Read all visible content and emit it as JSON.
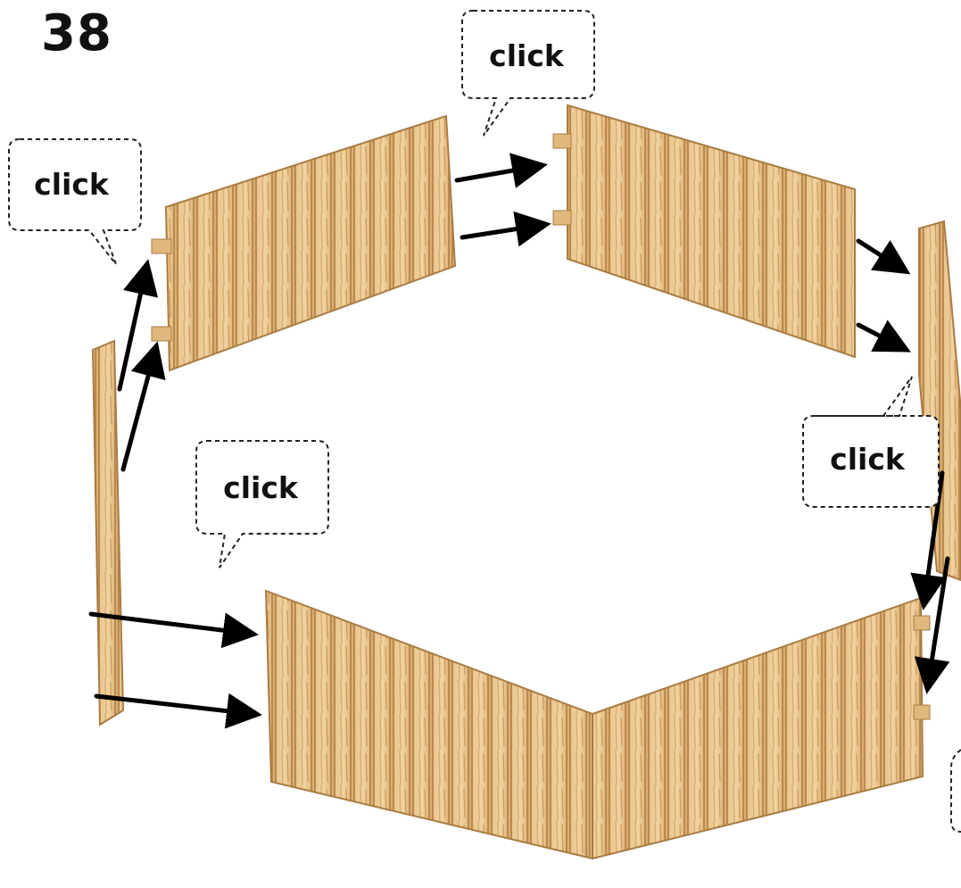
{
  "step": {
    "number": "38"
  },
  "callouts": [
    {
      "text": "click"
    },
    {
      "text": "click"
    },
    {
      "text": "click"
    },
    {
      "text": "click"
    }
  ],
  "colors": {
    "wood_light": "#efcf9a",
    "wood_mid": "#dcb275",
    "wood_dark": "#b8894d",
    "arrow": "#000000",
    "bubble_border": "#222222"
  },
  "icons": [
    "fence-panel",
    "arrow-icon",
    "speech-bubble"
  ]
}
